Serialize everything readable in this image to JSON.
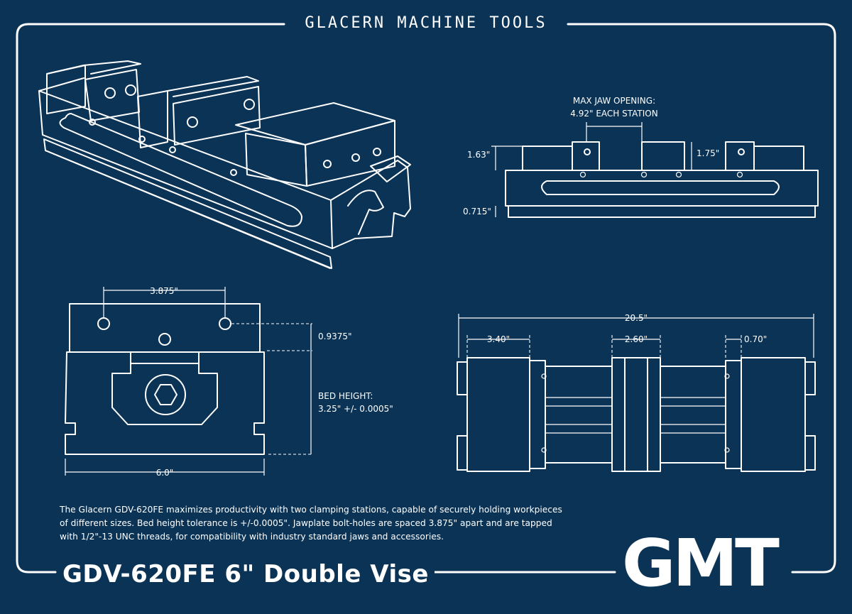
{
  "header": {
    "brand_title": "GLACERN MACHINE TOOLS"
  },
  "top_right_view": {
    "callout_line1": "MAX JAW OPENING:",
    "callout_line2": "4.92\" EACH STATION",
    "dim_jaw_height": "1.63\"",
    "dim_center_jaw": "1.75\"",
    "dim_base": "0.715\""
  },
  "end_view": {
    "dim_bolt_spacing": "3.875\"",
    "dim_top": "0.9375\"",
    "bed_height_label": "BED HEIGHT:",
    "bed_height_value": "3.25\" +/- 0.0005\"",
    "dim_width": "6.0\""
  },
  "plan_view": {
    "dim_overall": "20.5\"",
    "dim_left_jaw": "3.40\"",
    "dim_center_jaw": "2.60\"",
    "dim_right_jaw": "0.70\""
  },
  "description": "The Glacern GDV-620FE maximizes productivity with two clamping stations, capable of securely holding workpieces of different sizes.  Bed height tolerance is +/-0.0005\".  Jawplate bolt-holes are spaced 3.875\" apart and are tapped with 1/2\"-13 UNC threads, for compatibility with industry standard jaws and accessories.",
  "product_title": "GDV-620FE 6\" Double Vise",
  "logo_text": "GMT",
  "colors": {
    "background": "#0b3356",
    "line": "#ffffff"
  }
}
